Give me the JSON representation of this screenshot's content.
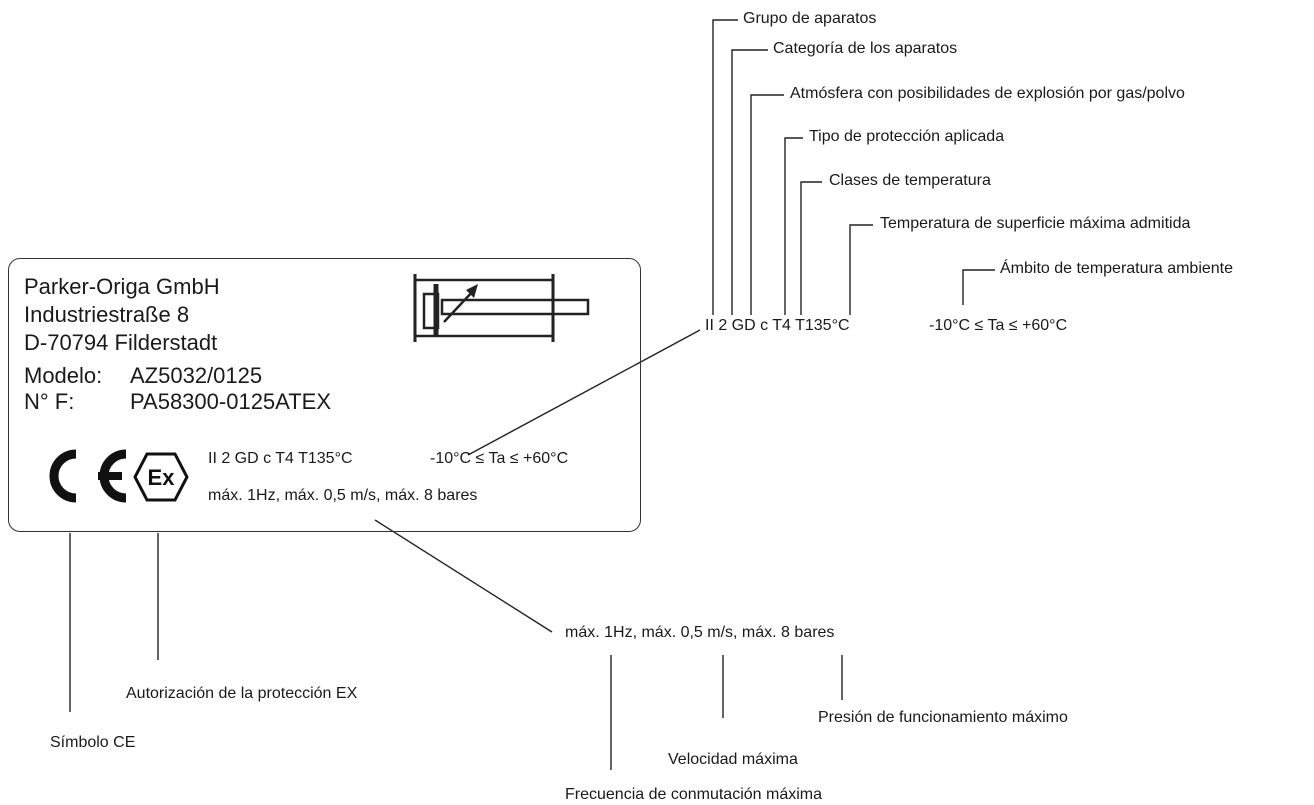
{
  "plate": {
    "company": "Parker-Origa GmbH",
    "street": "Industriestraße 8",
    "city": "D-70794 Filderstadt",
    "model_label": "Modelo:",
    "model_value": "AZ5032/0125",
    "serial_label": "N° F:",
    "serial_value": "PA58300-0125ATEX",
    "ce_mark": "CE",
    "ex_mark": "Ex",
    "marking": "II 2 GD c T4 T135°C",
    "temp_range": "-10°C ≤ Ta ≤ +60°C",
    "limits": "máx. 1Hz, máx. 0,5 m/s, máx. 8 bares"
  },
  "top_callout": {
    "marking": "II 2 GD c T4 T135°C",
    "temp_range": "-10°C ≤ Ta ≤ +60°C",
    "labels": [
      "Grupo de aparatos",
      "Categoría de los aparatos",
      "Atmósfera con posibilidades de explosión por gas/polvo",
      "Tipo de protección aplicada",
      "Clases de temperatura",
      "Temperatura de superficie máxima admitida",
      "Ámbito de temperatura ambiente"
    ]
  },
  "bottom_callout": {
    "limits": "máx. 1Hz, máx. 0,5 m/s, máx. 8 bares",
    "labels": [
      "Frecuencia de conmutación máxima",
      "Velocidad máxima",
      "Presión de funcionamiento máximo"
    ]
  },
  "left_callouts": {
    "ce_symbol": "Símbolo CE",
    "ex_authorization": "Autorización de la protección EX"
  }
}
